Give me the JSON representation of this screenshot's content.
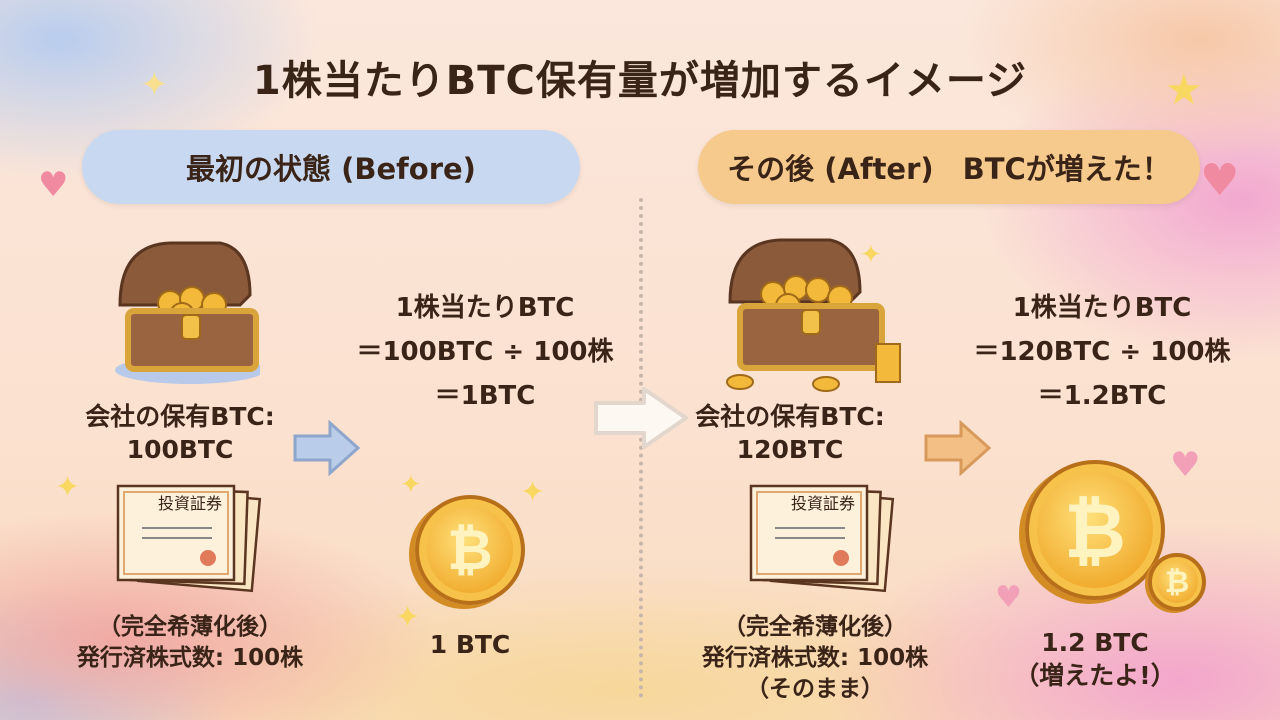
{
  "title": "1株当たりBTC保有量が増加するイメージ",
  "before": {
    "header": "最初の状態 (Before)",
    "holdings_label": "会社の保有BTC:",
    "holdings_value": "100BTC",
    "certificate_text": "投資証券",
    "shares_line1": "（完全希薄化後）",
    "shares_line2": "発行済株式数: 100株",
    "formula": [
      "1株当たりBTC",
      "＝100BTC ÷ 100株",
      "＝1BTC"
    ],
    "coin_label": "1 BTC",
    "coin_symbol": "₿"
  },
  "after": {
    "header": "その後 (After)　BTCが増えた！",
    "holdings_label": "会社の保有BTC:",
    "holdings_value": "120BTC",
    "certificate_text": "投資証券",
    "shares_line1": "（完全希薄化後）",
    "shares_line2": "発行済株式数: 100株",
    "shares_line3": "（そのまま）",
    "formula": [
      "1株当たりBTC",
      "＝120BTC ÷ 100株",
      "＝1.2BTC"
    ],
    "coin_label": "1.2 BTC",
    "coin_sublabel": "（増えたよ!）",
    "coin_symbol": "₿"
  },
  "colors": {
    "before_accent": "#c8d8f0",
    "after_accent": "#f6c98c",
    "text": "#3a2418"
  }
}
